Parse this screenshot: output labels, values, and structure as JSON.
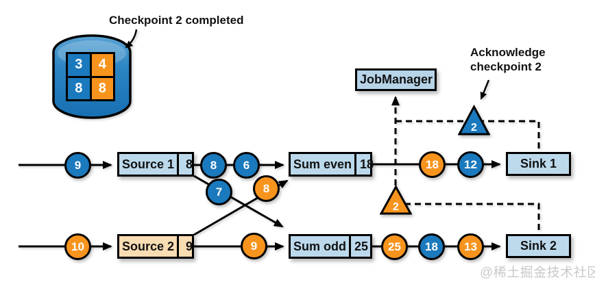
{
  "annotations": {
    "checkpoint_completed": "Checkpoint 2 completed",
    "acknowledge_line1": "Acknowledge",
    "acknowledge_line2": "checkpoint 2"
  },
  "job_manager": {
    "label": "JobManager"
  },
  "checkpoint_store": {
    "cells": [
      {
        "value": "3",
        "color": "#1b79bd"
      },
      {
        "value": "4",
        "color": "#f7941e"
      },
      {
        "value": "8",
        "color": "#1b79bd"
      },
      {
        "value": "8",
        "color": "#f7941e"
      }
    ]
  },
  "barriers": {
    "acknowledged": {
      "value": "2",
      "color": "#1b79bd"
    },
    "in_flight": {
      "value": "2",
      "color": "#f7941e"
    }
  },
  "operators": {
    "source1": {
      "label": "Source 1",
      "state": "8"
    },
    "source2": {
      "label": "Source 2",
      "state": "9"
    },
    "sum_even": {
      "label": "Sum even",
      "state": "18"
    },
    "sum_odd": {
      "label": "Sum odd",
      "state": "25"
    },
    "sink1": {
      "label": "Sink 1"
    },
    "sink2": {
      "label": "Sink 2"
    }
  },
  "records": {
    "r1_in": {
      "value": "9",
      "color": "blue"
    },
    "r1_a": {
      "value": "8",
      "color": "blue"
    },
    "r1_b": {
      "value": "6",
      "color": "blue"
    },
    "r1_cross": {
      "value": "7",
      "color": "blue"
    },
    "r2_cross": {
      "value": "8",
      "color": "orange"
    },
    "r1_out_a": {
      "value": "18",
      "color": "orange"
    },
    "r1_out_b": {
      "value": "12",
      "color": "blue"
    },
    "r2_in": {
      "value": "10",
      "color": "orange"
    },
    "r2_a": {
      "value": "9",
      "color": "orange"
    },
    "r2_out_a": {
      "value": "25",
      "color": "orange"
    },
    "r2_out_b": {
      "value": "18",
      "color": "blue"
    },
    "r2_out_c": {
      "value": "13",
      "color": "orange"
    }
  },
  "colors": {
    "record_blue": "#1b79bd",
    "record_orange": "#f7941e",
    "operator_fill": "#bcd9ec",
    "source2_fill": "#f8dcb2",
    "stroke": "#000000",
    "watermark": "#c9c9c9"
  },
  "watermark": "@稀土掘金技术社区"
}
